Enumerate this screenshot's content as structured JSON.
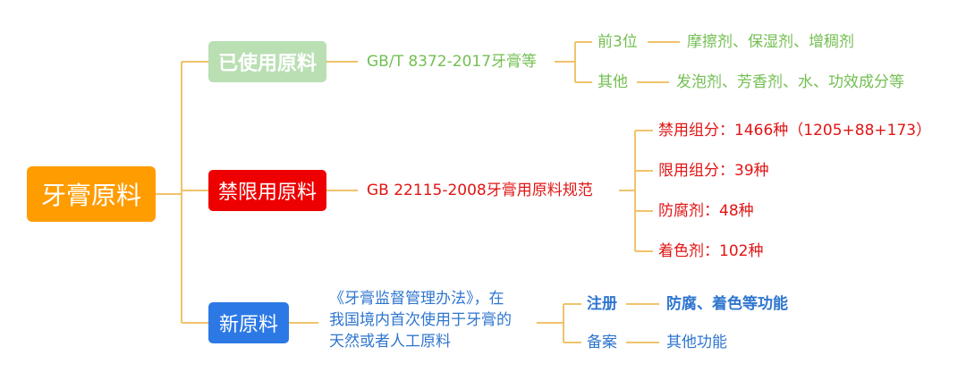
{
  "root": {
    "label": "牙膏原料"
  },
  "used": {
    "label": "已使用原料",
    "standard": "GB/T 8372-2017牙膏等",
    "top3": {
      "label": "前3位",
      "value": "摩擦剂、保湿剂、增稠剂"
    },
    "other": {
      "label": "其他",
      "value": "发泡剂、芳香剂、水、功效成分等"
    }
  },
  "restricted": {
    "label": "禁限用原料",
    "standard": "GB 22115-2008牙膏用原料规范",
    "items": [
      "禁用组分：1466种（1205+88+173）",
      "限用组分：39种",
      "防腐剂：48种",
      "着色剂：102种"
    ]
  },
  "new": {
    "label": "新原料",
    "description_lines": [
      "《牙膏监督管理办法》，在",
      "我国境内首次使用于牙膏的",
      "天然或者人工原料"
    ],
    "register": {
      "label": "注册",
      "value": "防腐、着色等功能"
    },
    "filing": {
      "label": "备案",
      "value": "其他功能"
    }
  },
  "colors": {
    "root": "#ff9c00",
    "used": "#b9dfb3",
    "restricted": "#ee0000",
    "new": "#2c79e6",
    "line": "#f0c36b",
    "green_text": "#73bf52",
    "red_text": "#e11414",
    "blue_text": "#2f76cf"
  }
}
